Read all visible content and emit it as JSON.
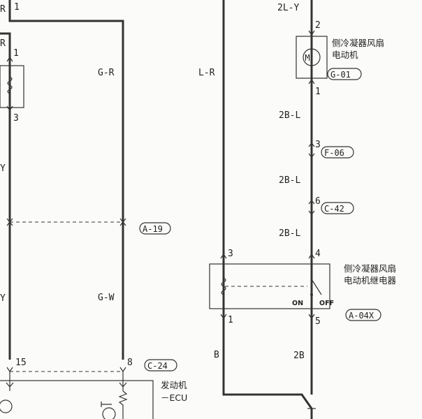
{
  "wires": {
    "left_top": "R",
    "left_top2": "R",
    "left_y1": "Y",
    "left_y2": "Y",
    "g_r": "G-R",
    "g_w": "G-W",
    "l_r": "L-R",
    "b": "B",
    "two_l_y": "2L-Y",
    "two_b_l_1": "2B-L",
    "two_b_l_2": "2B-L",
    "two_b_l_3": "2B-L",
    "two_b": "2B"
  },
  "pins": {
    "p1_top": "1",
    "p1_left": "1",
    "p3_left": "3",
    "p15": "15",
    "p8": "8",
    "p2_motor": "2",
    "p1_motor": "1",
    "p3_f06": "3",
    "p6_c42": "6",
    "p3_relay": "3",
    "p4_relay": "4",
    "p1_relay": "1",
    "p5_relay": "5"
  },
  "connectors": {
    "a19": "A-19",
    "c24": "C-24",
    "g01": "G-01",
    "f06": "F-06",
    "c42": "C-42",
    "a04x": "A-04X"
  },
  "components": {
    "motor_line1": "侧冷凝器风扇",
    "motor_line2": "电动机",
    "motor_symbol": "M",
    "relay_line1": "侧冷凝器风扇",
    "relay_line2": "电动机继电器",
    "relay_on": "ON",
    "relay_off": "OFF",
    "ecu_line1": "发动机",
    "ecu_line2": "－ECU"
  }
}
